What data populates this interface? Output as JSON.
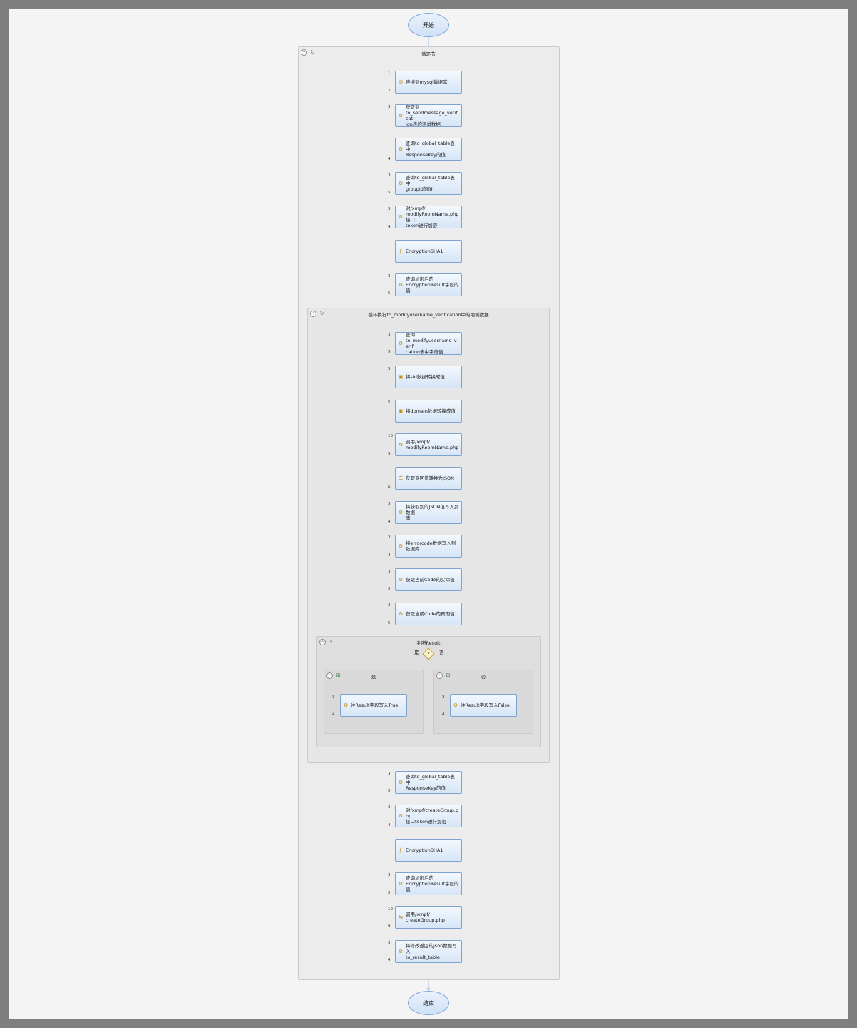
{
  "start_label": "开始",
  "end_label": "结束",
  "loop_main": {
    "title": "循环节"
  },
  "loop_inner": {
    "title": "循环执行to_modifyusername_verification中的用例数据"
  },
  "branch": {
    "title": "判断Result",
    "condition": "?",
    "yes_label": "是",
    "no_label": "否",
    "yes_branch_title": "是",
    "no_branch_title": "否"
  },
  "nodes": [
    {
      "label": "连接到mysql数据库",
      "icon": "database-icon"
    },
    {
      "label": "获取到\nto_sendmessage_verificat\nion表的测试数据",
      "icon": "sql-icon"
    },
    {
      "label": "查询to_global_table表中\nResponseKey的值",
      "icon": "sql-icon"
    },
    {
      "label": "查询to_global_table表中\ngroupId的值",
      "icon": "sql-icon"
    },
    {
      "label": "对/xmpf/\nmodifyRoomName.php接口\ntoken进行加密",
      "icon": "sql-icon"
    },
    {
      "label": "EncryptionSHA1",
      "icon": "script-icon"
    },
    {
      "label": "查询加密后的\nEncryptionResult字段的值",
      "icon": "sql-icon"
    },
    {
      "label": "查询\nto_modifyusername_verifi\ncation表中字段值",
      "icon": "sql-icon"
    },
    {
      "label": "将sid数据转换成值",
      "icon": "variable-icon"
    },
    {
      "label": "将domain数据转换成值",
      "icon": "variable-icon"
    },
    {
      "label": "调用/xmpf/\nmodifyRoomName.php",
      "icon": "http-icon"
    },
    {
      "label": "获取返回值转换为JSON",
      "icon": "json-icon"
    },
    {
      "label": "将获取到的JSON值写入到数据\n库",
      "icon": "sql-icon"
    },
    {
      "label": "将errorcode数据写入到数据库",
      "icon": "sql-icon"
    },
    {
      "label": "获取当前Code的实际值",
      "icon": "sql-icon"
    },
    {
      "label": "获取当前Code的预期值",
      "icon": "sql-icon"
    },
    {
      "label": "查询to_global_table表中\nResponseKey的值",
      "icon": "sql-icon"
    },
    {
      "label": "对/xmpf/createGroup.php\n接口token进行加密",
      "icon": "sql-icon"
    },
    {
      "label": "EncryptionSHA1",
      "icon": "script-icon"
    },
    {
      "label": "查询加密后的\nEncryptionResult字段的值",
      "icon": "sql-icon"
    },
    {
      "label": "调用/xmpf/\ncreateGroup.php",
      "icon": "http-icon"
    },
    {
      "label": "将修改返回的json数据写入\nto_result_table",
      "icon": "sql-icon"
    }
  ],
  "branch_nodes": {
    "yes": {
      "label": "往Result字段写入True",
      "icon": "sql-icon"
    },
    "no": {
      "label": "往Result字段写入False",
      "icon": "sql-icon"
    }
  },
  "port_numbers": [
    "1",
    "2",
    "3",
    "4",
    "5",
    "6",
    "9",
    "10"
  ],
  "colors": {
    "background": "#7f7f7f",
    "canvas": "#f4f4f4",
    "node_border": "#7fa3cf",
    "connector": "#8eb4e3",
    "diamond_fill": "#fff4c8"
  }
}
